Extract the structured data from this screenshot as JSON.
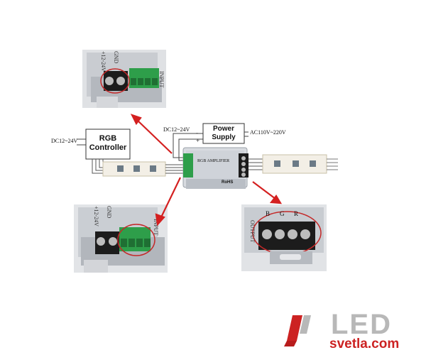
{
  "diagram": {
    "rgb_controller": {
      "line1": "RGB",
      "line2": "Controller"
    },
    "power_supply": {
      "line1": "Power",
      "line2": "Supply"
    },
    "amplifier": {
      "title": "RGB AMPLIFIER",
      "rohs": "RoHS"
    },
    "labels": {
      "dc_left": "DC12~24V",
      "dc_top": "DC12~24V",
      "ac": "AC110V~220V",
      "minus": "-",
      "plus": "+"
    },
    "photo_labels": {
      "top_left_v": "+12-24V",
      "top_left_gnd": "GND",
      "top_input": "INPUT",
      "bottom_left_v": "+12-24V",
      "bottom_left_gnd": "GND",
      "bottom_input": "INPUT",
      "right_b": "B",
      "right_g": "G",
      "right_r": "R",
      "right_output": "OUTPUT"
    },
    "colors": {
      "arrow": "#d42020",
      "ellipse": "#c42828",
      "terminal_green": "#2e9e4a",
      "terminal_black": "#1c1c1c"
    }
  },
  "logo": {
    "brand": "LED",
    "url": "svetla.com",
    "color_red": "#cc2222",
    "color_grey": "#b8b8b8"
  }
}
